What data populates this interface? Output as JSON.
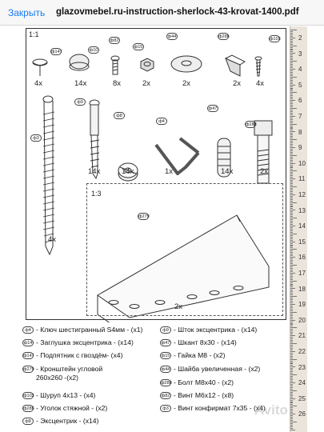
{
  "topbar": {
    "close_label": "Закрыть",
    "title": "glazovmebel.ru-instruction-sherlock-43-krovat-1400.pdf"
  },
  "scales": {
    "main": "1:1",
    "inner": "1:3"
  },
  "parts_row1": [
    {
      "code": "ф147",
      "count": "4x"
    },
    {
      "code": "ф10",
      "count": "14x"
    },
    {
      "code": "ф82",
      "count": "8x"
    },
    {
      "code": "ф15",
      "count": "2x"
    },
    {
      "code": "ф44",
      "count": "2x"
    },
    {
      "code": "ф286",
      "count": "2x"
    },
    {
      "code": "ф103",
      "count": "4x"
    }
  ],
  "parts_row2": [
    {
      "code": "ф9",
      "count": "14x"
    },
    {
      "code": "ф8",
      "count": "14x"
    },
    {
      "code": "ф4",
      "count": "1x"
    },
    {
      "code": "ф47",
      "count": "14x"
    },
    {
      "code": "ф288",
      "count": "2x"
    }
  ],
  "long_screw": {
    "code": "ф3",
    "count": "4x"
  },
  "bracket": {
    "code": "ф279",
    "count": "2x"
  },
  "legend_left": [
    {
      "code": "ф4",
      "text": "- Ключ шестигранный S4мм - (x1)"
    },
    {
      "code": "ф14",
      "text": "- Заглушка эксцентрика - (x14)"
    },
    {
      "code": "ф147",
      "text": "- Подпятник с гвоздём- (x4)"
    },
    {
      "code": "ф279",
      "text": "- Кронштейн угловой"
    },
    {
      "code": "",
      "text": "260x260 -(x2)"
    },
    {
      "code": "ф103",
      "text": "- Шуруп 4x13 - (x4)"
    },
    {
      "code": "ф286",
      "text": "- Уголок стяжной - (x2)"
    },
    {
      "code": "ф8",
      "text": "- Эксцентрик - (x14)"
    }
  ],
  "legend_right": [
    {
      "code": "ф9",
      "text": "- Шток эксцентрика - (x14)"
    },
    {
      "code": "ф47",
      "text": "- Шкант 8x30 - (x14)"
    },
    {
      "code": "ф15",
      "text": "- Гайка М8 - (x2)"
    },
    {
      "code": "ф44",
      "text": "- Шайба увеличенная - (x2)"
    },
    {
      "code": "ф288",
      "text": "- Болт М8x40 - (x2)"
    },
    {
      "code": "ф82",
      "text": "- Винт М6x12 - (x8)"
    },
    {
      "code": "ф3",
      "text": "- Винт конфирмат 7x35 - (x4)"
    }
  ],
  "ruler": {
    "numbers": [
      "2",
      "3",
      "4",
      "5",
      "6",
      "7",
      "8",
      "9",
      "10",
      "11",
      "12",
      "13",
      "14",
      "15",
      "16",
      "17",
      "18",
      "19",
      "20",
      "21",
      "22",
      "23",
      "24",
      "25",
      "26"
    ]
  },
  "watermark": "Avito"
}
